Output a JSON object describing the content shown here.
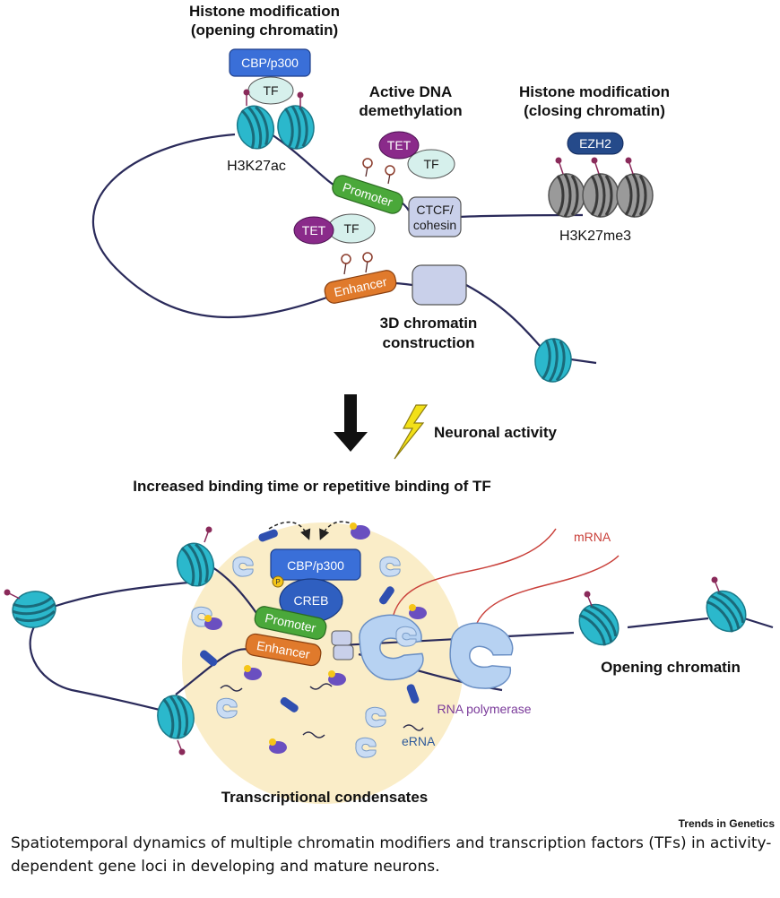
{
  "top_panel": {
    "histone_open_title_1": "Histone modification",
    "histone_open_title_2": "(opening chromatin)",
    "cbp_label": "CBP/p300",
    "tf_label": "TF",
    "h3k27ac_label": "H3K27ac",
    "demethylation_title_1": "Active DNA",
    "demethylation_title_2": "demethylation",
    "tet_label": "TET",
    "promoter_label": "Promoter",
    "ctcf_label_1": "CTCF/",
    "ctcf_label_2": "cohesin",
    "histone_close_title_1": "Histone modification",
    "histone_close_title_2": "(closing chromatin)",
    "ezh2_label": "EZH2",
    "h3k27me3_label": "H3K27me3",
    "enhancer_label": "Enhancer",
    "chromatin3d_title_1": "3D chromatin",
    "chromatin3d_title_2": "construction"
  },
  "middle": {
    "neuronal_activity": "Neuronal activity",
    "increased_binding": "Increased binding time or repetitive binding of TF"
  },
  "bottom_panel": {
    "cbp_label": "CBP/p300",
    "creb_label": "CREB",
    "phospho": "P",
    "promoter_label": "Promoter",
    "enhancer_label": "Enhancer",
    "mrna_label": "mRNA",
    "rna_pol_label": "RNA polymerase",
    "erna_label": "eRNA",
    "opening_chromatin": "Opening chromatin",
    "condensate_title": "Transcriptional condensates"
  },
  "journal": "Trends in Genetics",
  "caption": "Spatiotemporal dynamics of multiple chromatin modifiers and transcription factors (TFs) in activity-dependent gene loci in developing and mature neurons.",
  "colors": {
    "nucleosome_teal": "#2bb8cc",
    "nucleosome_gray": "#8a8a8a",
    "cbp_blue": "#3a6fd8",
    "tf_pale": "#d6f0ec",
    "tet_purple": "#8a2a8a",
    "promoter_green": "#4aa83a",
    "enhancer_orange": "#e07a2c",
    "ctcf_lavender": "#c9d0ea",
    "ezh2_navy": "#254a8a",
    "condensate_cream": "#faedc8",
    "polymerase_blue": "#b7d2f2",
    "mrna_red": "#c9403a",
    "dna_navy": "#2a2a5a"
  }
}
